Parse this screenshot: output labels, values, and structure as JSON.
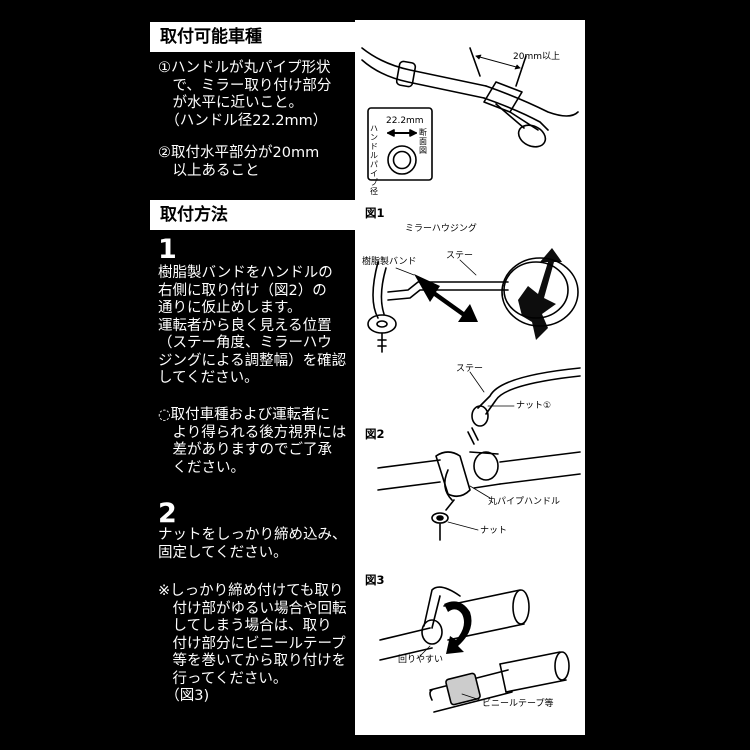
{
  "section1": {
    "title": "取付可能車種",
    "item1": "①ハンドルが丸パイプ形状\n　で、ミラー取り付け部分\n　が水平に近いこと。\n　（ハンドル径22.2mm）",
    "item2": "②取付水平部分が20mm\n　以上あること"
  },
  "section2": {
    "title": "取付方法",
    "step1": {
      "number": "1",
      "text": "樹脂製バンドをハンドルの\n右側に取り付け（図2）の\n通りに仮止めします。\n運転者から良く見える位置\n（ステー角度、ミラーハウ\nジングによる調整幅）を確認\nしてください。",
      "note": "◌取付車種および運転者に\n　より得られる後方視界には\n　差がありますのでご了承\n　ください。"
    },
    "step2": {
      "number": "2",
      "text": "ナットをしっかり締め込み、\n固定してください。",
      "note": "※しっかり締め付けても取り\n　付け部がゆるい場合や回転\n　してしまう場合は、取り\n　付け部分にビニールテープ\n　等を巻いてから取り付けを\n　行ってください。\n　（図3)"
    }
  },
  "diagram_top": {
    "dimension_label": "20mm以上",
    "diameter_label": "22.2mm",
    "vertical_label": "ハンドルパイプ径",
    "section_label": "断面図"
  },
  "figure1": {
    "title": "図1",
    "housing_label": "ミラーハウジング",
    "band_label": "樹脂製バンド",
    "stay_label": "ステー"
  },
  "figure2": {
    "title": "図2",
    "stay_label": "ステー",
    "nut1_label": "ナット①",
    "handle_label": "丸パイプハンドル",
    "nut_label": "ナット"
  },
  "figure3": {
    "title": "図3",
    "rotate_label": "回りやすい",
    "tape_label": "ビニールテープ等"
  }
}
